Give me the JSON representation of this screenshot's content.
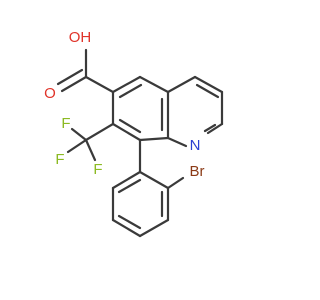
{
  "atoms": {
    "hydroxyl": "OH",
    "carbonyl_o": "O",
    "nitrogen": "N",
    "fluorine_1": "F",
    "fluorine_2": "F",
    "fluorine_3": "F",
    "bromine": "Br"
  },
  "colors": {
    "oxygen": "#e0342a",
    "nitrogen": "#2a3fd1",
    "fluorine": "#8cba23",
    "bromine": "#8b3a16",
    "bond": "#3a3a3a"
  }
}
